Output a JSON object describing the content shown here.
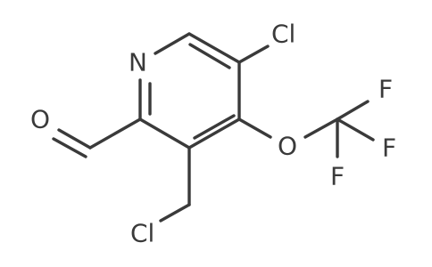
{
  "molecule": {
    "atoms": {
      "n": "N",
      "cl_ring": "Cl",
      "o_aldehyde": "O",
      "o_ether": "O",
      "f1": "F",
      "f2": "F",
      "f3": "F",
      "cl_methyl": "Cl"
    }
  },
  "colors": {
    "ink": "#3a3a3a",
    "background": "#ffffff"
  }
}
